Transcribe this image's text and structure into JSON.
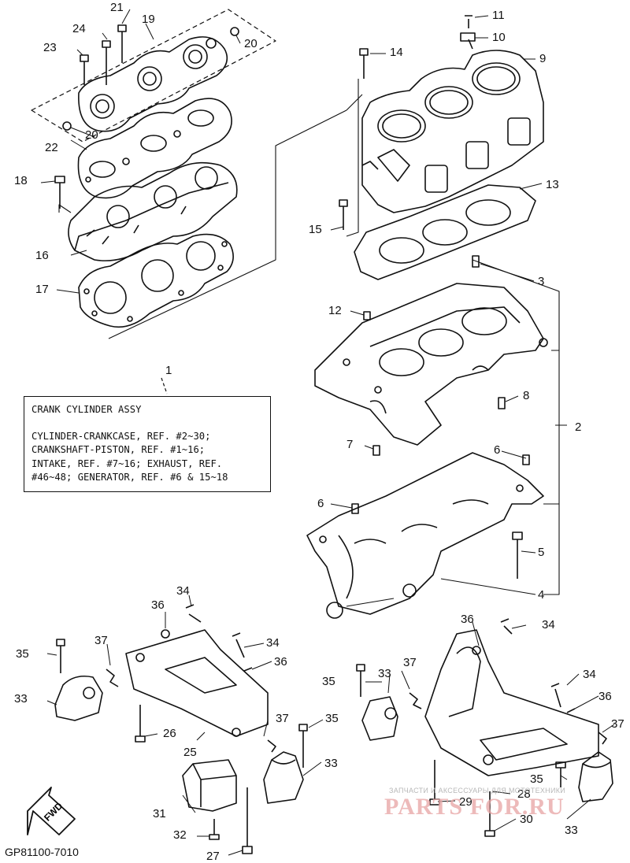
{
  "callouts": {
    "c1": "1",
    "c2": "2",
    "c3": "3",
    "c4": "4",
    "c5": "5",
    "c6a": "6",
    "c6b": "6",
    "c7": "7",
    "c8": "8",
    "c9": "9",
    "c10": "10",
    "c11": "11",
    "c12": "12",
    "c13": "13",
    "c14": "14",
    "c15": "15",
    "c16": "16",
    "c17": "17",
    "c18": "18",
    "c19": "19",
    "c20a": "20",
    "c20b": "20",
    "c21": "21",
    "c22": "22",
    "c23": "23",
    "c24": "24",
    "c25": "25",
    "c26": "26",
    "c27": "27",
    "c28": "28",
    "c29": "29",
    "c30": "30",
    "c31": "31",
    "c32": "32",
    "c33a": "33",
    "c33b": "33",
    "c33c": "33",
    "c33d": "33",
    "c34a": "34",
    "c34b": "34",
    "c34c": "34",
    "c34d": "34",
    "c35a": "35",
    "c35b": "35",
    "c35c": "35",
    "c35d": "35",
    "c36a": "36",
    "c36b": "36",
    "c36c": "36",
    "c36d": "36",
    "c37a": "37",
    "c37b": "37",
    "c37c": "37",
    "c37d": "37"
  },
  "note": {
    "title": "CRANK CYLINDER ASSY",
    "line1": "CYLINDER-CRANKCASE, REF. #2~30;",
    "line2": "CRANKSHAFT-PISTON, REF. #1~16;",
    "line3": "INTAKE, REF. #7~16; EXHAUST, REF.",
    "line4": "#46~48; GENERATOR, REF. #6 & 15~18"
  },
  "fwd_label": "FWD",
  "catalog_code": "GP81100-7010",
  "watermark": {
    "caption": "ЗАПЧАСТИ И АКСЕССУАРЫ ДЛЯ МОТОТЕХНИКИ",
    "logo": "PARTS FOR.RU"
  }
}
